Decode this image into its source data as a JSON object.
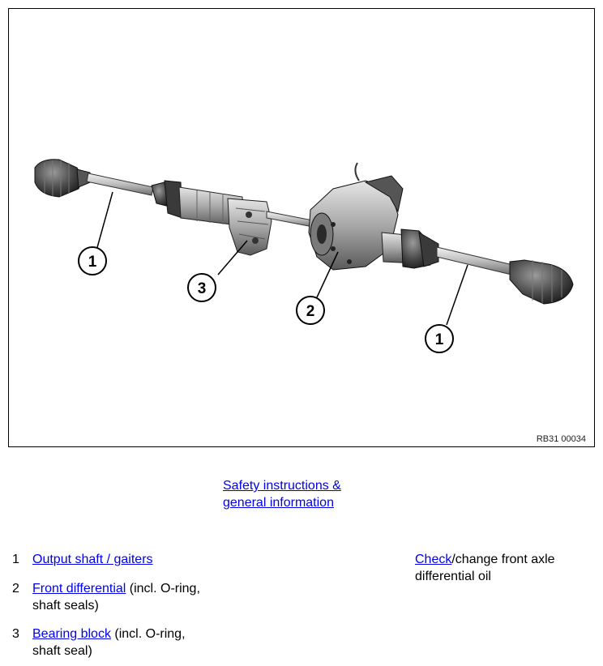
{
  "figure": {
    "code": "RB31 00034",
    "callouts": [
      "1",
      "2",
      "3",
      "1"
    ]
  },
  "links": {
    "safety": "Safety instructions & general information"
  },
  "legend": [
    {
      "num": "1",
      "link": "Output shaft / gaiters",
      "suffix": ""
    },
    {
      "num": "2",
      "link": "Front differential",
      "suffix": " (incl. O-ring, shaft seals)"
    },
    {
      "num": "3",
      "link": "Bearing block",
      "suffix": " (incl. O-ring, shaft seal)"
    }
  ],
  "side_note": {
    "link": "Check",
    "suffix": "/change front axle differential oil"
  }
}
